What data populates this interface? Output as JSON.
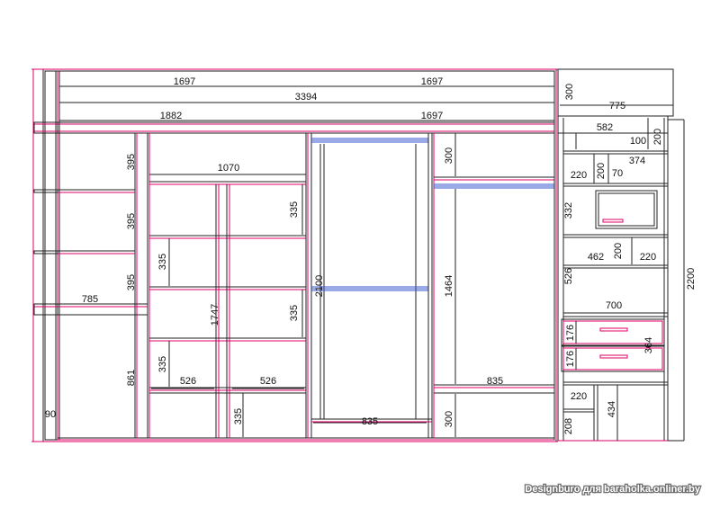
{
  "watermark": "Designburo для baraholka.onliner.by",
  "dimensions": {
    "top_left_width": "1697",
    "top_right_width": "1697",
    "total_width": "3394",
    "left_section_width": "1882",
    "right_section_width": "1697",
    "top_box_height": "300",
    "side_unit_width": "775",
    "side_top_shelf": "582",
    "side_box_100": "100",
    "side_box_200_top": "200",
    "side_374": "374",
    "side_220_a": "220",
    "side_200_b": "200",
    "side_70": "70",
    "side_332": "332",
    "side_462": "462",
    "side_200_c": "200",
    "side_220_b": "220",
    "side_526": "526",
    "side_700": "700",
    "drawer_176_a": "176",
    "drawer_176_b": "176",
    "drawer_364": "364",
    "side_220_c": "220",
    "side_208": "208",
    "side_434": "434",
    "total_height": "2200",
    "left_shelf_395_a": "395",
    "left_shelf_395_b": "395",
    "left_shelf_395_c": "395",
    "left_bottom_861": "861",
    "left_depth_785": "785",
    "base_90": "90",
    "mid_width_1070": "1070",
    "mid_335_a": "335",
    "mid_335_b": "335",
    "mid_335_c": "335",
    "mid_335_d": "335",
    "mid_335_e": "335",
    "mid_1747": "1747",
    "mid_526_a": "526",
    "mid_526_b": "526",
    "center_2100": "2100",
    "center_835": "835",
    "right_300_top": "300",
    "right_1464": "1464",
    "right_835": "835",
    "right_300_bottom": "300"
  }
}
